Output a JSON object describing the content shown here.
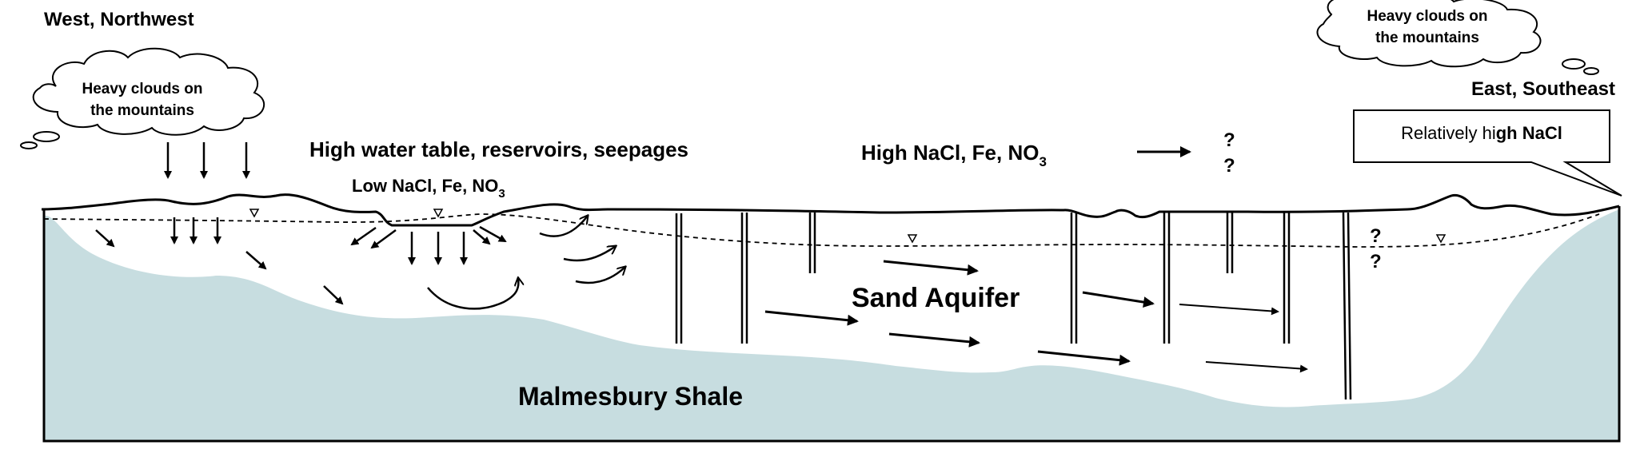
{
  "labels": {
    "west": "West, Northwest",
    "east": "East, Southeast",
    "cloud_left_line1": "Heavy clouds on",
    "cloud_left_line2": "the mountains",
    "cloud_right_line1": "Heavy clouds on",
    "cloud_right_line2": "the mountains",
    "high_water_table": "High water table, reservoirs, seepages",
    "low_nacl": "Low NaCl, Fe, NO",
    "low_nacl_sub": "3",
    "high_nacl": "High NaCl, Fe, NO",
    "high_nacl_sub": "3",
    "question_top": "?",
    "question_bottom": "?",
    "question_right_top": "?",
    "question_right_bottom": "?",
    "callout_normal": "Relatively hi",
    "callout_bold": "gh NaCl",
    "sand_aquifer": "Sand Aquifer",
    "malmesbury": "Malmesbury Shale"
  },
  "colors": {
    "shale_fill": "#c7dde0",
    "outline": "#000000",
    "background": "#ffffff"
  }
}
